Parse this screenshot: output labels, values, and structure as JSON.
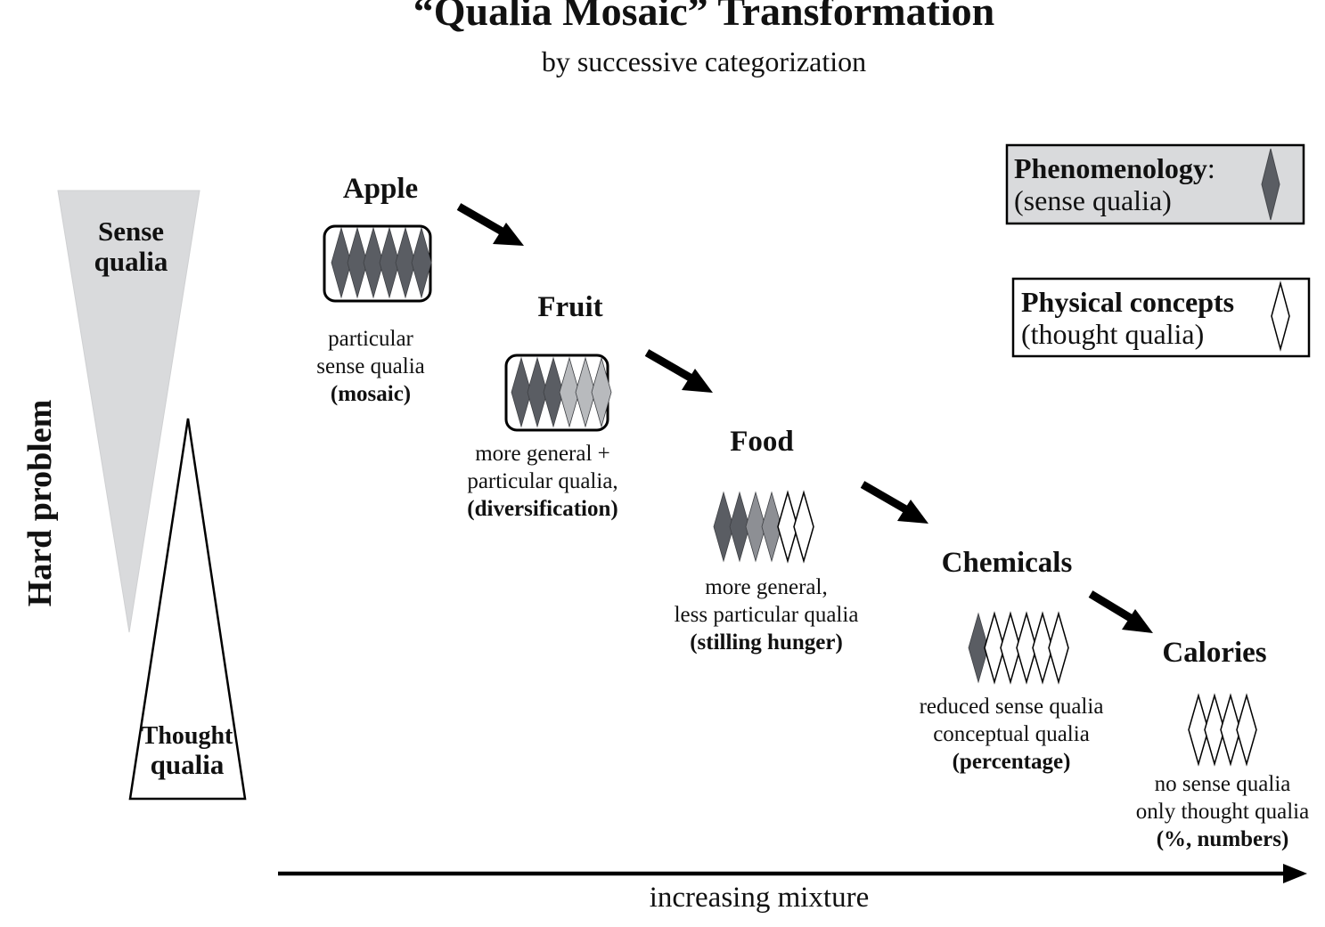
{
  "title": "“Qualia Mosaic” Transformation",
  "subtitle": "by successive categorization",
  "side_label": "Hard problem",
  "sense_triangle": {
    "line1": "Sense",
    "line2": "qualia"
  },
  "thought_triangle": {
    "line1": "Thought",
    "line2": "qualia"
  },
  "axis_label": "increasing mixture",
  "legend": {
    "phenomenology": {
      "title": "Phenomenology",
      "suffix": ":",
      "sub": "(sense qualia)"
    },
    "physical": {
      "title": "Physical concepts",
      "sub": "(thought qualia)"
    }
  },
  "colors": {
    "sense_dark": "#5a5d63",
    "sense_mid": "#8d8f94",
    "sense_light": "#b8babd",
    "thought": "#ffffff",
    "triangle_fill": "#d9dadc"
  },
  "stages": [
    {
      "id": "apple",
      "label": "Apple",
      "caption": [
        "particular",
        "sense qualia"
      ],
      "caption_bold": "(mosaic)",
      "diamonds": [
        "dark",
        "dark",
        "dark",
        "dark",
        "dark",
        "dark"
      ],
      "framed": true
    },
    {
      "id": "fruit",
      "label": "Fruit",
      "caption": [
        "more general +",
        "particular qualia,"
      ],
      "caption_bold": "(diversification)",
      "diamonds": [
        "dark",
        "dark",
        "dark",
        "light",
        "light",
        "light"
      ],
      "framed": true
    },
    {
      "id": "food",
      "label": "Food",
      "caption": [
        "more general,",
        "less particular qualia"
      ],
      "caption_bold": "(stilling hunger)",
      "diamonds": [
        "dark",
        "dark",
        "mid",
        "mid",
        "white",
        "white"
      ],
      "framed": false
    },
    {
      "id": "chemicals",
      "label": "Chemicals",
      "caption": [
        "reduced sense qualia",
        "conceptual qualia"
      ],
      "caption_bold": "(percentage)",
      "diamonds": [
        "dark",
        "white",
        "white",
        "white",
        "white",
        "white"
      ],
      "framed": false
    },
    {
      "id": "calories",
      "label": "Calories",
      "caption": [
        "no sense qualia",
        "only thought qualia"
      ],
      "caption_bold": "(%, numbers)",
      "diamonds": [
        "white",
        "white",
        "white",
        "white"
      ],
      "framed": false
    }
  ]
}
